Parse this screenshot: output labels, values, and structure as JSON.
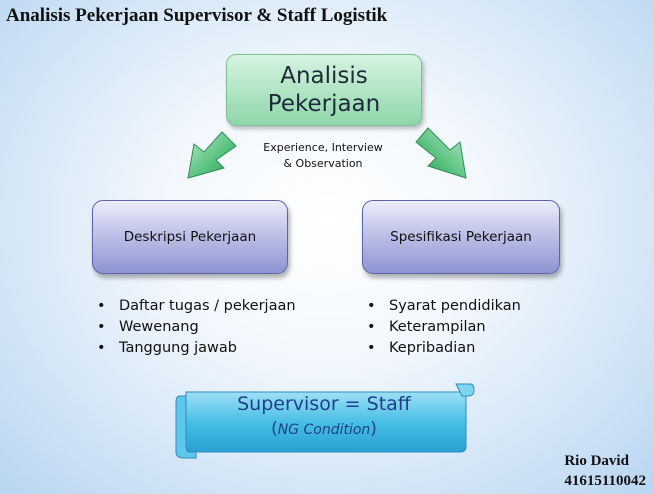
{
  "title": "Analisis Pekerjaan Supervisor & Staff Logistik",
  "top_box": {
    "line1": "Analisis",
    "line2": "Pekerjaan"
  },
  "center_note": {
    "line1": "Experience, Interview",
    "line2": "& Observation"
  },
  "left_box": {
    "label": "Deskripsi Pekerjaan"
  },
  "right_box": {
    "label": "Spesifikasi Pekerjaan"
  },
  "left_bullets": [
    "Daftar tugas / pekerjaan",
    "Wewenang",
    "Tanggung jawab"
  ],
  "right_bullets": [
    "Syarat pendidikan",
    "Keterampilan",
    "Kepribadian"
  ],
  "scroll": {
    "line1": "Supervisor = Staff",
    "open_paren": "(",
    "italic": "NG Condition",
    "close_paren": ")"
  },
  "author": {
    "name": "Rio David",
    "id": "41615110042"
  },
  "colors": {
    "top_box": "#aee4c2",
    "mid_box": "#9ea3d9",
    "arrow": "#3fae6a",
    "scroll": "#3fb6e0",
    "scroll_text": "#1e3f8a"
  }
}
